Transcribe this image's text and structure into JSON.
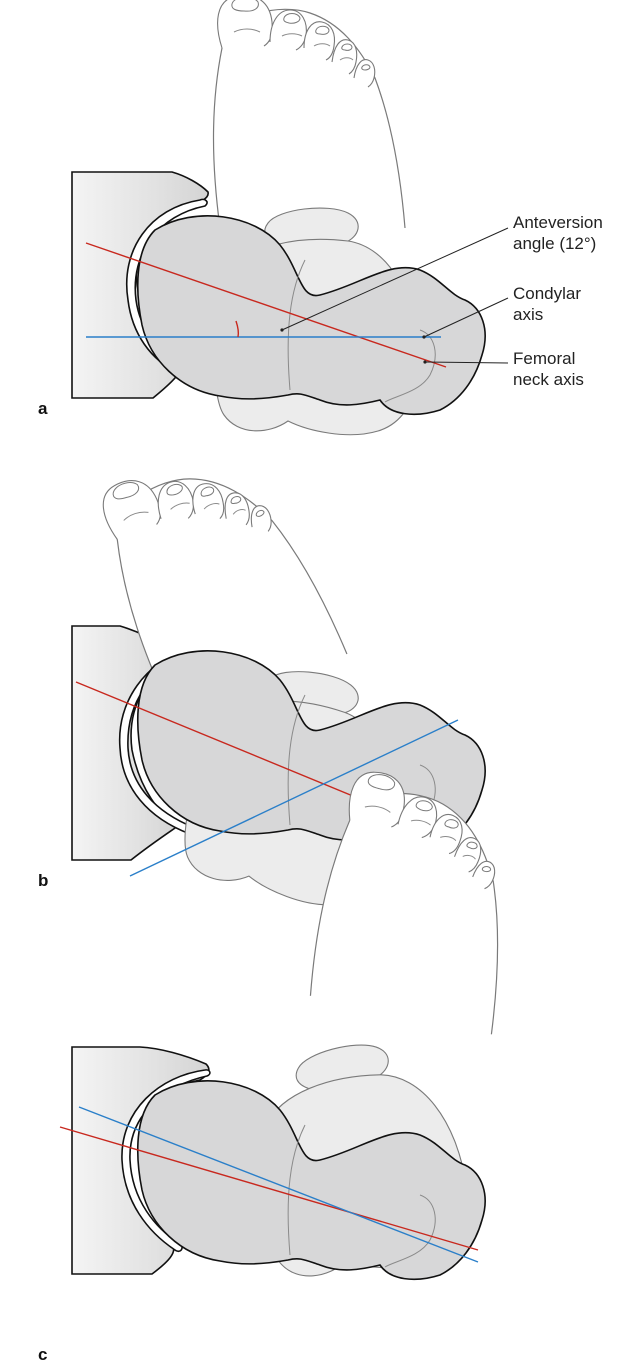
{
  "panels": [
    {
      "id": "a",
      "label": "a"
    },
    {
      "id": "b",
      "label": "b"
    },
    {
      "id": "c",
      "label": "c"
    }
  ],
  "annotations": {
    "anteversion_line1": "Anteversion",
    "anteversion_line2": "angle (12°)",
    "condylar_line1": "Condylar",
    "condylar_line2": "axis",
    "femoral_line1": "Femoral",
    "femoral_line2": "neck axis"
  },
  "colors": {
    "femoral_neck_axis": "#c8281e",
    "condylar_axis": "#2a7fc9",
    "bone_fill": "#d7d7d8",
    "pelvis_fill": "#e6e6e6"
  },
  "anteversion_angle_deg": 12
}
